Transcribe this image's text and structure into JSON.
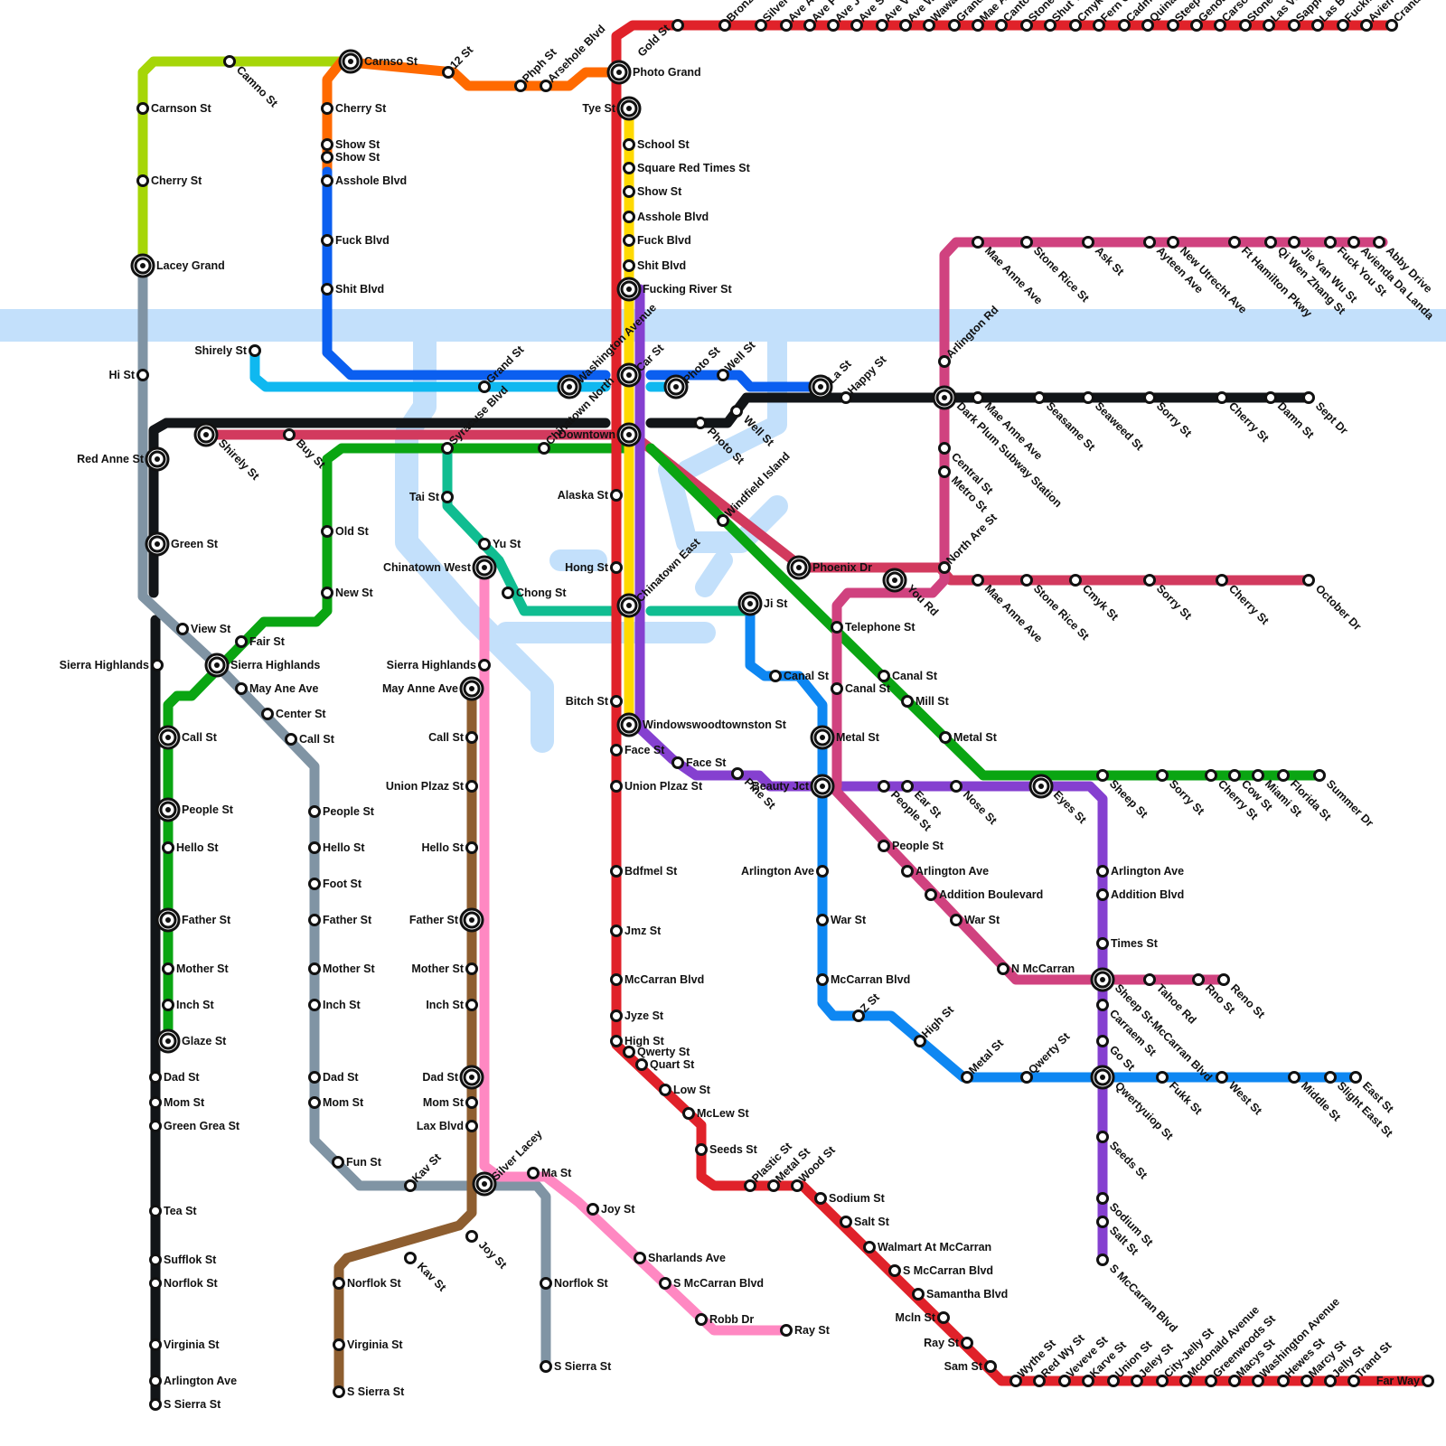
{
  "colors": {
    "lime": "#a6d608",
    "orange": "#ff6a00",
    "blue": "#0b5ff0",
    "sky": "#0fb8f0",
    "black": "#121518",
    "grey": "#8094a4",
    "magenta": "#d0427f",
    "crimson": "#d23a5e",
    "green": "#0aa512",
    "teal": "#10bd91",
    "pink": "#ff88c2",
    "brown": "#8e5e30",
    "red": "#e0222a",
    "yellow": "#ffd900",
    "purple": "#8540d0",
    "azure": "#0e87f2",
    "river": "#c3e0fb"
  },
  "stations": [
    {
      "n": "Carnso St",
      "t": "hub"
    },
    {
      "n": "12 St",
      "t": "stop"
    },
    {
      "n": "Phph St",
      "t": "stop"
    },
    {
      "n": "Arsehole Blvd",
      "t": "stop"
    },
    {
      "n": "Photo Grand",
      "t": "hub"
    },
    {
      "n": "Gold St",
      "t": "stop"
    },
    {
      "n": "Camno St",
      "t": "stop"
    },
    {
      "n": "Carnson St",
      "t": "stop"
    },
    {
      "n": "Cherry St",
      "t": "stop"
    },
    {
      "n": "Lacey Grand",
      "t": "hub"
    },
    {
      "n": "Hi St",
      "t": "stop"
    },
    {
      "n": "Red Anne St",
      "t": "hub"
    },
    {
      "n": "Green St",
      "t": "hub"
    },
    {
      "n": "View St",
      "t": "stop"
    },
    {
      "n": "Sierra Highlands",
      "t": "hub"
    },
    {
      "n": "Sierra Highlands",
      "t": "stop"
    },
    {
      "n": "Fair St",
      "t": "stop"
    },
    {
      "n": "May Ane Ave",
      "t": "stop"
    },
    {
      "n": "Center St",
      "t": "stop"
    },
    {
      "n": "Call St",
      "t": "stop"
    },
    {
      "n": "People St",
      "t": "stop"
    },
    {
      "n": "Hello St",
      "t": "stop"
    },
    {
      "n": "Foot St",
      "t": "stop"
    },
    {
      "n": "Father St",
      "t": "stop"
    },
    {
      "n": "Mother St",
      "t": "stop"
    },
    {
      "n": "Inch St",
      "t": "stop"
    },
    {
      "n": "Dad St",
      "t": "stop"
    },
    {
      "n": "Mom St",
      "t": "stop"
    },
    {
      "n": "Fun St",
      "t": "stop"
    },
    {
      "n": "Kav St",
      "t": "stop"
    },
    {
      "n": "Silver Lacey",
      "t": "hub"
    },
    {
      "n": "Norflok St",
      "t": "stop"
    },
    {
      "n": "S Sierra St",
      "t": "stop"
    },
    {
      "n": "Call St",
      "t": "hub"
    },
    {
      "n": "People St",
      "t": "hub"
    },
    {
      "n": "Hello St",
      "t": "stop"
    },
    {
      "n": "Father St",
      "t": "hub"
    },
    {
      "n": "Mother St",
      "t": "stop"
    },
    {
      "n": "Inch St",
      "t": "stop"
    },
    {
      "n": "Glaze St",
      "t": "hub"
    },
    {
      "n": "Dad St",
      "t": "stop"
    },
    {
      "n": "Mom St",
      "t": "stop"
    },
    {
      "n": "Green Grea St",
      "t": "stop"
    },
    {
      "n": "Tea St",
      "t": "stop"
    },
    {
      "n": "Sufflok St",
      "t": "stop"
    },
    {
      "n": "Norflok St",
      "t": "stop"
    },
    {
      "n": "Virginia St",
      "t": "stop"
    },
    {
      "n": "Arlington Ave",
      "t": "stop"
    },
    {
      "n": "S Sierra St",
      "t": "stop"
    },
    {
      "n": "Shirely St",
      "t": "hub"
    },
    {
      "n": "Buy St",
      "t": "stop"
    },
    {
      "n": "Cherry St",
      "t": "stop"
    },
    {
      "n": "Show St",
      "t": "stop"
    },
    {
      "n": "Show St",
      "t": "stop"
    },
    {
      "n": "Asshole Blvd",
      "t": "stop"
    },
    {
      "n": "Fuck Blvd",
      "t": "stop"
    },
    {
      "n": "Shit Blvd",
      "t": "stop"
    },
    {
      "n": "Shirely St",
      "t": "stop"
    },
    {
      "n": "Grand St",
      "t": "stop"
    },
    {
      "n": "Washington Avenue",
      "t": "hub"
    },
    {
      "n": "Old St",
      "t": "stop"
    },
    {
      "n": "New St",
      "t": "stop"
    },
    {
      "n": "Syracuse Blvd",
      "t": "stop"
    },
    {
      "n": "Tai St",
      "t": "stop"
    },
    {
      "n": "Chinatown North",
      "t": "stop"
    },
    {
      "n": "Yu St",
      "t": "stop"
    },
    {
      "n": "Chinatown West",
      "t": "hub"
    },
    {
      "n": "Chong St",
      "t": "stop"
    },
    {
      "n": "Sierra Highlands",
      "t": "stop"
    },
    {
      "n": "May Anne Ave",
      "t": "hub"
    },
    {
      "n": "Call St",
      "t": "stop"
    },
    {
      "n": "Union Plzaz St",
      "t": "stop"
    },
    {
      "n": "Hello St",
      "t": "stop"
    },
    {
      "n": "Father St",
      "t": "hub"
    },
    {
      "n": "Mother St",
      "t": "stop"
    },
    {
      "n": "Inch St",
      "t": "stop"
    },
    {
      "n": "Dad St",
      "t": "hub"
    },
    {
      "n": "Mom St",
      "t": "stop"
    },
    {
      "n": "Lax Blvd",
      "t": "stop"
    },
    {
      "n": "Joy St",
      "t": "stop"
    },
    {
      "n": "Kav St",
      "t": "stop"
    },
    {
      "n": "Norflok St",
      "t": "stop"
    },
    {
      "n": "Virginia St",
      "t": "stop"
    },
    {
      "n": "S Sierra St",
      "t": "stop"
    },
    {
      "n": "Ma St",
      "t": "stop"
    },
    {
      "n": "Joy St",
      "t": "stop"
    },
    {
      "n": "Sharlands Ave",
      "t": "stop"
    },
    {
      "n": "S McCarran Blvd",
      "t": "stop"
    },
    {
      "n": "Robb Dr",
      "t": "stop"
    },
    {
      "n": "Ray St",
      "t": "stop"
    },
    {
      "n": "Tye St",
      "t": "hub"
    },
    {
      "n": "School St",
      "t": "stop"
    },
    {
      "n": "Square Red Times St",
      "t": "stop"
    },
    {
      "n": "Show St",
      "t": "stop"
    },
    {
      "n": "Asshole Blvd",
      "t": "stop"
    },
    {
      "n": "Fuck Blvd",
      "t": "stop"
    },
    {
      "n": "Shit Blvd",
      "t": "stop"
    },
    {
      "n": "Fucking River St",
      "t": "hub"
    },
    {
      "n": "Car St",
      "t": "hub"
    },
    {
      "n": "Downtown",
      "t": "hub"
    },
    {
      "n": "Alaska St",
      "t": "stop"
    },
    {
      "n": "Hong St",
      "t": "stop"
    },
    {
      "n": "Chinatown East",
      "t": "hub"
    },
    {
      "n": "Bitch St",
      "t": "stop"
    },
    {
      "n": "Windowswoodtownston St",
      "t": "hub"
    },
    {
      "n": "Face St",
      "t": "stop"
    },
    {
      "n": "Union Plzaz St",
      "t": "stop"
    },
    {
      "n": "Bdfmel St",
      "t": "stop"
    },
    {
      "n": "Jmz St",
      "t": "stop"
    },
    {
      "n": "McCarran Blvd",
      "t": "stop"
    },
    {
      "n": "Jyze St",
      "t": "stop"
    },
    {
      "n": "High St",
      "t": "stop"
    },
    {
      "n": "Qwerty St",
      "t": "stop"
    },
    {
      "n": "Quart St",
      "t": "stop"
    },
    {
      "n": "Low St",
      "t": "stop"
    },
    {
      "n": "McLew St",
      "t": "stop"
    },
    {
      "n": "Seeds St",
      "t": "stop"
    },
    {
      "n": "Plastic St",
      "t": "stop"
    },
    {
      "n": "Metal St",
      "t": "stop"
    },
    {
      "n": "Wood St",
      "t": "stop"
    },
    {
      "n": "Sodium St",
      "t": "stop"
    },
    {
      "n": "Salt St",
      "t": "stop"
    },
    {
      "n": "Walmart At McCarran",
      "t": "stop"
    },
    {
      "n": "S McCarran Blvd",
      "t": "stop"
    },
    {
      "n": "Samantha Blvd",
      "t": "stop"
    },
    {
      "n": "Mcln St",
      "t": "stop"
    },
    {
      "n": "Ray St",
      "t": "stop"
    },
    {
      "n": "Sam St",
      "t": "stop"
    },
    {
      "n": "Wythe St",
      "t": "stop"
    },
    {
      "n": "Red Wy St",
      "t": "stop"
    },
    {
      "n": "Veveve St",
      "t": "stop"
    },
    {
      "n": "Karve St",
      "t": "stop"
    },
    {
      "n": "Union St",
      "t": "stop"
    },
    {
      "n": "Jeley St",
      "t": "stop"
    },
    {
      "n": "City-Jelly St",
      "t": "stop"
    },
    {
      "n": "Mcdonald Avenue",
      "t": "stop"
    },
    {
      "n": "Greenwoods St",
      "t": "stop"
    },
    {
      "n": "Macys St",
      "t": "stop"
    },
    {
      "n": "Washington Avenue",
      "t": "stop"
    },
    {
      "n": "Hewes St",
      "t": "stop"
    },
    {
      "n": "Marcy St",
      "t": "stop"
    },
    {
      "n": "Jelly St",
      "t": "stop"
    },
    {
      "n": "Trand St",
      "t": "stop"
    },
    {
      "n": "Far Way",
      "t": "stop"
    },
    {
      "n": "Bronze St",
      "t": "stop"
    },
    {
      "n": "Silver St",
      "t": "stop"
    },
    {
      "n": "Ave A",
      "t": "stop"
    },
    {
      "n": "Ave F",
      "t": "stop"
    },
    {
      "n": "Ave J",
      "t": "stop"
    },
    {
      "n": "Ave S",
      "t": "stop"
    },
    {
      "n": "Ave V",
      "t": "stop"
    },
    {
      "n": "Ave W",
      "t": "stop"
    },
    {
      "n": "Wawawawaw St",
      "t": "stop"
    },
    {
      "n": "Grand To Brisas Ave",
      "t": "stop"
    },
    {
      "n": "Mae Anne Ave",
      "t": "stop"
    },
    {
      "n": "Canton Ave",
      "t": "stop"
    },
    {
      "n": "Stone Rice St",
      "t": "stop"
    },
    {
      "n": "Shut The Fuck Up St",
      "t": "stop"
    },
    {
      "n": "Cmyk St",
      "t": "stop"
    },
    {
      "n": "Fern Green St",
      "t": "stop"
    },
    {
      "n": "Cadmium Red Light Acrylic Paint St",
      "t": "stop"
    },
    {
      "n": "Quinacridone Magenta Acrylic Paint St",
      "t": "stop"
    },
    {
      "n": "Steep Valley Rd",
      "t": "stop"
    },
    {
      "n": "Genoa Road",
      "t": "stop"
    },
    {
      "n": "Carson Drive",
      "t": "stop"
    },
    {
      "n": "Stone Valley",
      "t": "stop"
    },
    {
      "n": "Las Vegas Drive",
      "t": "stop"
    },
    {
      "n": "Sapphire Ridge Way",
      "t": "stop"
    },
    {
      "n": "Las Brisas Blvd",
      "t": "stop"
    },
    {
      "n": "Fucking Bitch Blvd",
      "t": "stop"
    },
    {
      "n": "Avienda De Landa",
      "t": "stop"
    },
    {
      "n": "Crand Ave",
      "t": "stop"
    },
    {
      "n": "Photo St",
      "t": "hub"
    },
    {
      "n": "Well St",
      "t": "stop"
    },
    {
      "n": "La St",
      "t": "hub"
    },
    {
      "n": "Happy St",
      "t": "stop"
    },
    {
      "n": "Photo St",
      "t": "stop"
    },
    {
      "n": "Well St",
      "t": "stop"
    },
    {
      "n": "Dark Plum Subway Station",
      "t": "hub"
    },
    {
      "n": "Mae Anne Ave",
      "t": "stop"
    },
    {
      "n": "Seasame St",
      "t": "stop"
    },
    {
      "n": "Seaweed St",
      "t": "stop"
    },
    {
      "n": "Sorry St",
      "t": "stop"
    },
    {
      "n": "Cherry St",
      "t": "stop"
    },
    {
      "n": "Damn St",
      "t": "stop"
    },
    {
      "n": "Sept Dr",
      "t": "stop"
    },
    {
      "n": "Arlington Rd",
      "t": "stop"
    },
    {
      "n": "Mae Anne Ave",
      "t": "stop"
    },
    {
      "n": "Stone Rice St",
      "t": "stop"
    },
    {
      "n": "Ask St",
      "t": "stop"
    },
    {
      "n": "Ayteen Ave",
      "t": "stop"
    },
    {
      "n": "New Utrecht Ave",
      "t": "stop"
    },
    {
      "n": "Ft Hamilton Pkwy",
      "t": "stop"
    },
    {
      "n": "Qi Wen Zhang St",
      "t": "stop"
    },
    {
      "n": "Jie Yan Wu St",
      "t": "stop"
    },
    {
      "n": "Fuck You St",
      "t": "stop"
    },
    {
      "n": "Avienda Da Landa",
      "t": "stop"
    },
    {
      "n": "Abby Drive",
      "t": "stop"
    },
    {
      "n": "Central St",
      "t": "stop"
    },
    {
      "n": "Metro St",
      "t": "stop"
    },
    {
      "n": "North Are St",
      "t": "stop"
    },
    {
      "n": "Windfield Island",
      "t": "stop"
    },
    {
      "n": "Phoenix Dr",
      "t": "hub"
    },
    {
      "n": "You Rd",
      "t": "hub"
    },
    {
      "n": "Mae Anne Ave",
      "t": "stop"
    },
    {
      "n": "Stone Rice St",
      "t": "stop"
    },
    {
      "n": "Cmyk St",
      "t": "stop"
    },
    {
      "n": "Sorry St",
      "t": "stop"
    },
    {
      "n": "Cherry St",
      "t": "stop"
    },
    {
      "n": "October Dr",
      "t": "stop"
    },
    {
      "n": "Ji St",
      "t": "hub"
    },
    {
      "n": "Telephone St",
      "t": "stop"
    },
    {
      "n": "Canal St",
      "t": "stop"
    },
    {
      "n": "Mill St",
      "t": "stop"
    },
    {
      "n": "Metal St",
      "t": "stop"
    },
    {
      "n": "Canal St",
      "t": "stop"
    },
    {
      "n": "Canal St",
      "t": "stop"
    },
    {
      "n": "Metal St",
      "t": "hub"
    },
    {
      "n": "Beauty Jct",
      "t": "hub"
    },
    {
      "n": "Face St",
      "t": "stop"
    },
    {
      "n": "Pine St",
      "t": "stop"
    },
    {
      "n": "People St",
      "t": "stop"
    },
    {
      "n": "Ear St",
      "t": "stop"
    },
    {
      "n": "Nose St",
      "t": "stop"
    },
    {
      "n": "Eyes St",
      "t": "hub"
    },
    {
      "n": "Sheep St",
      "t": "stop"
    },
    {
      "n": "Sorry St",
      "t": "stop"
    },
    {
      "n": "Cherry St",
      "t": "stop"
    },
    {
      "n": "Cow St",
      "t": "stop"
    },
    {
      "n": "Miami St",
      "t": "stop"
    },
    {
      "n": "Florida St",
      "t": "stop"
    },
    {
      "n": "Summer Dr",
      "t": "stop"
    },
    {
      "n": "Arlington Ave",
      "t": "stop"
    },
    {
      "n": "War St",
      "t": "stop"
    },
    {
      "n": "McCarran Blvd",
      "t": "stop"
    },
    {
      "n": "Z St",
      "t": "stop"
    },
    {
      "n": "High St",
      "t": "stop"
    },
    {
      "n": "Metal St",
      "t": "stop"
    },
    {
      "n": "Qwerty St",
      "t": "stop"
    },
    {
      "n": "Qwertyuiop St",
      "t": "hub"
    },
    {
      "n": "Fukk St",
      "t": "stop"
    },
    {
      "n": "West St",
      "t": "stop"
    },
    {
      "n": "Middle St",
      "t": "stop"
    },
    {
      "n": "Slight East St",
      "t": "stop"
    },
    {
      "n": "East St",
      "t": "stop"
    },
    {
      "n": "People St",
      "t": "stop"
    },
    {
      "n": "Arlington Ave",
      "t": "stop"
    },
    {
      "n": "Addition Boulevard",
      "t": "stop"
    },
    {
      "n": "War St",
      "t": "stop"
    },
    {
      "n": "N McCarran",
      "t": "stop"
    },
    {
      "n": "Arlington Ave",
      "t": "stop"
    },
    {
      "n": "Addition Blvd",
      "t": "stop"
    },
    {
      "n": "Times St",
      "t": "stop"
    },
    {
      "n": "Sheep St-McCarran Blvd",
      "t": "hub"
    },
    {
      "n": "Carraem St",
      "t": "stop"
    },
    {
      "n": "Go St",
      "t": "stop"
    },
    {
      "n": "Seeds St",
      "t": "stop"
    },
    {
      "n": "Sodium St",
      "t": "stop"
    },
    {
      "n": "Salt St",
      "t": "stop"
    },
    {
      "n": "S McCarran Blvd",
      "t": "stop"
    },
    {
      "n": "Tahoe Rd",
      "t": "stop"
    },
    {
      "n": "Rno St",
      "t": "stop"
    },
    {
      "n": "Reno St",
      "t": "stop"
    }
  ]
}
